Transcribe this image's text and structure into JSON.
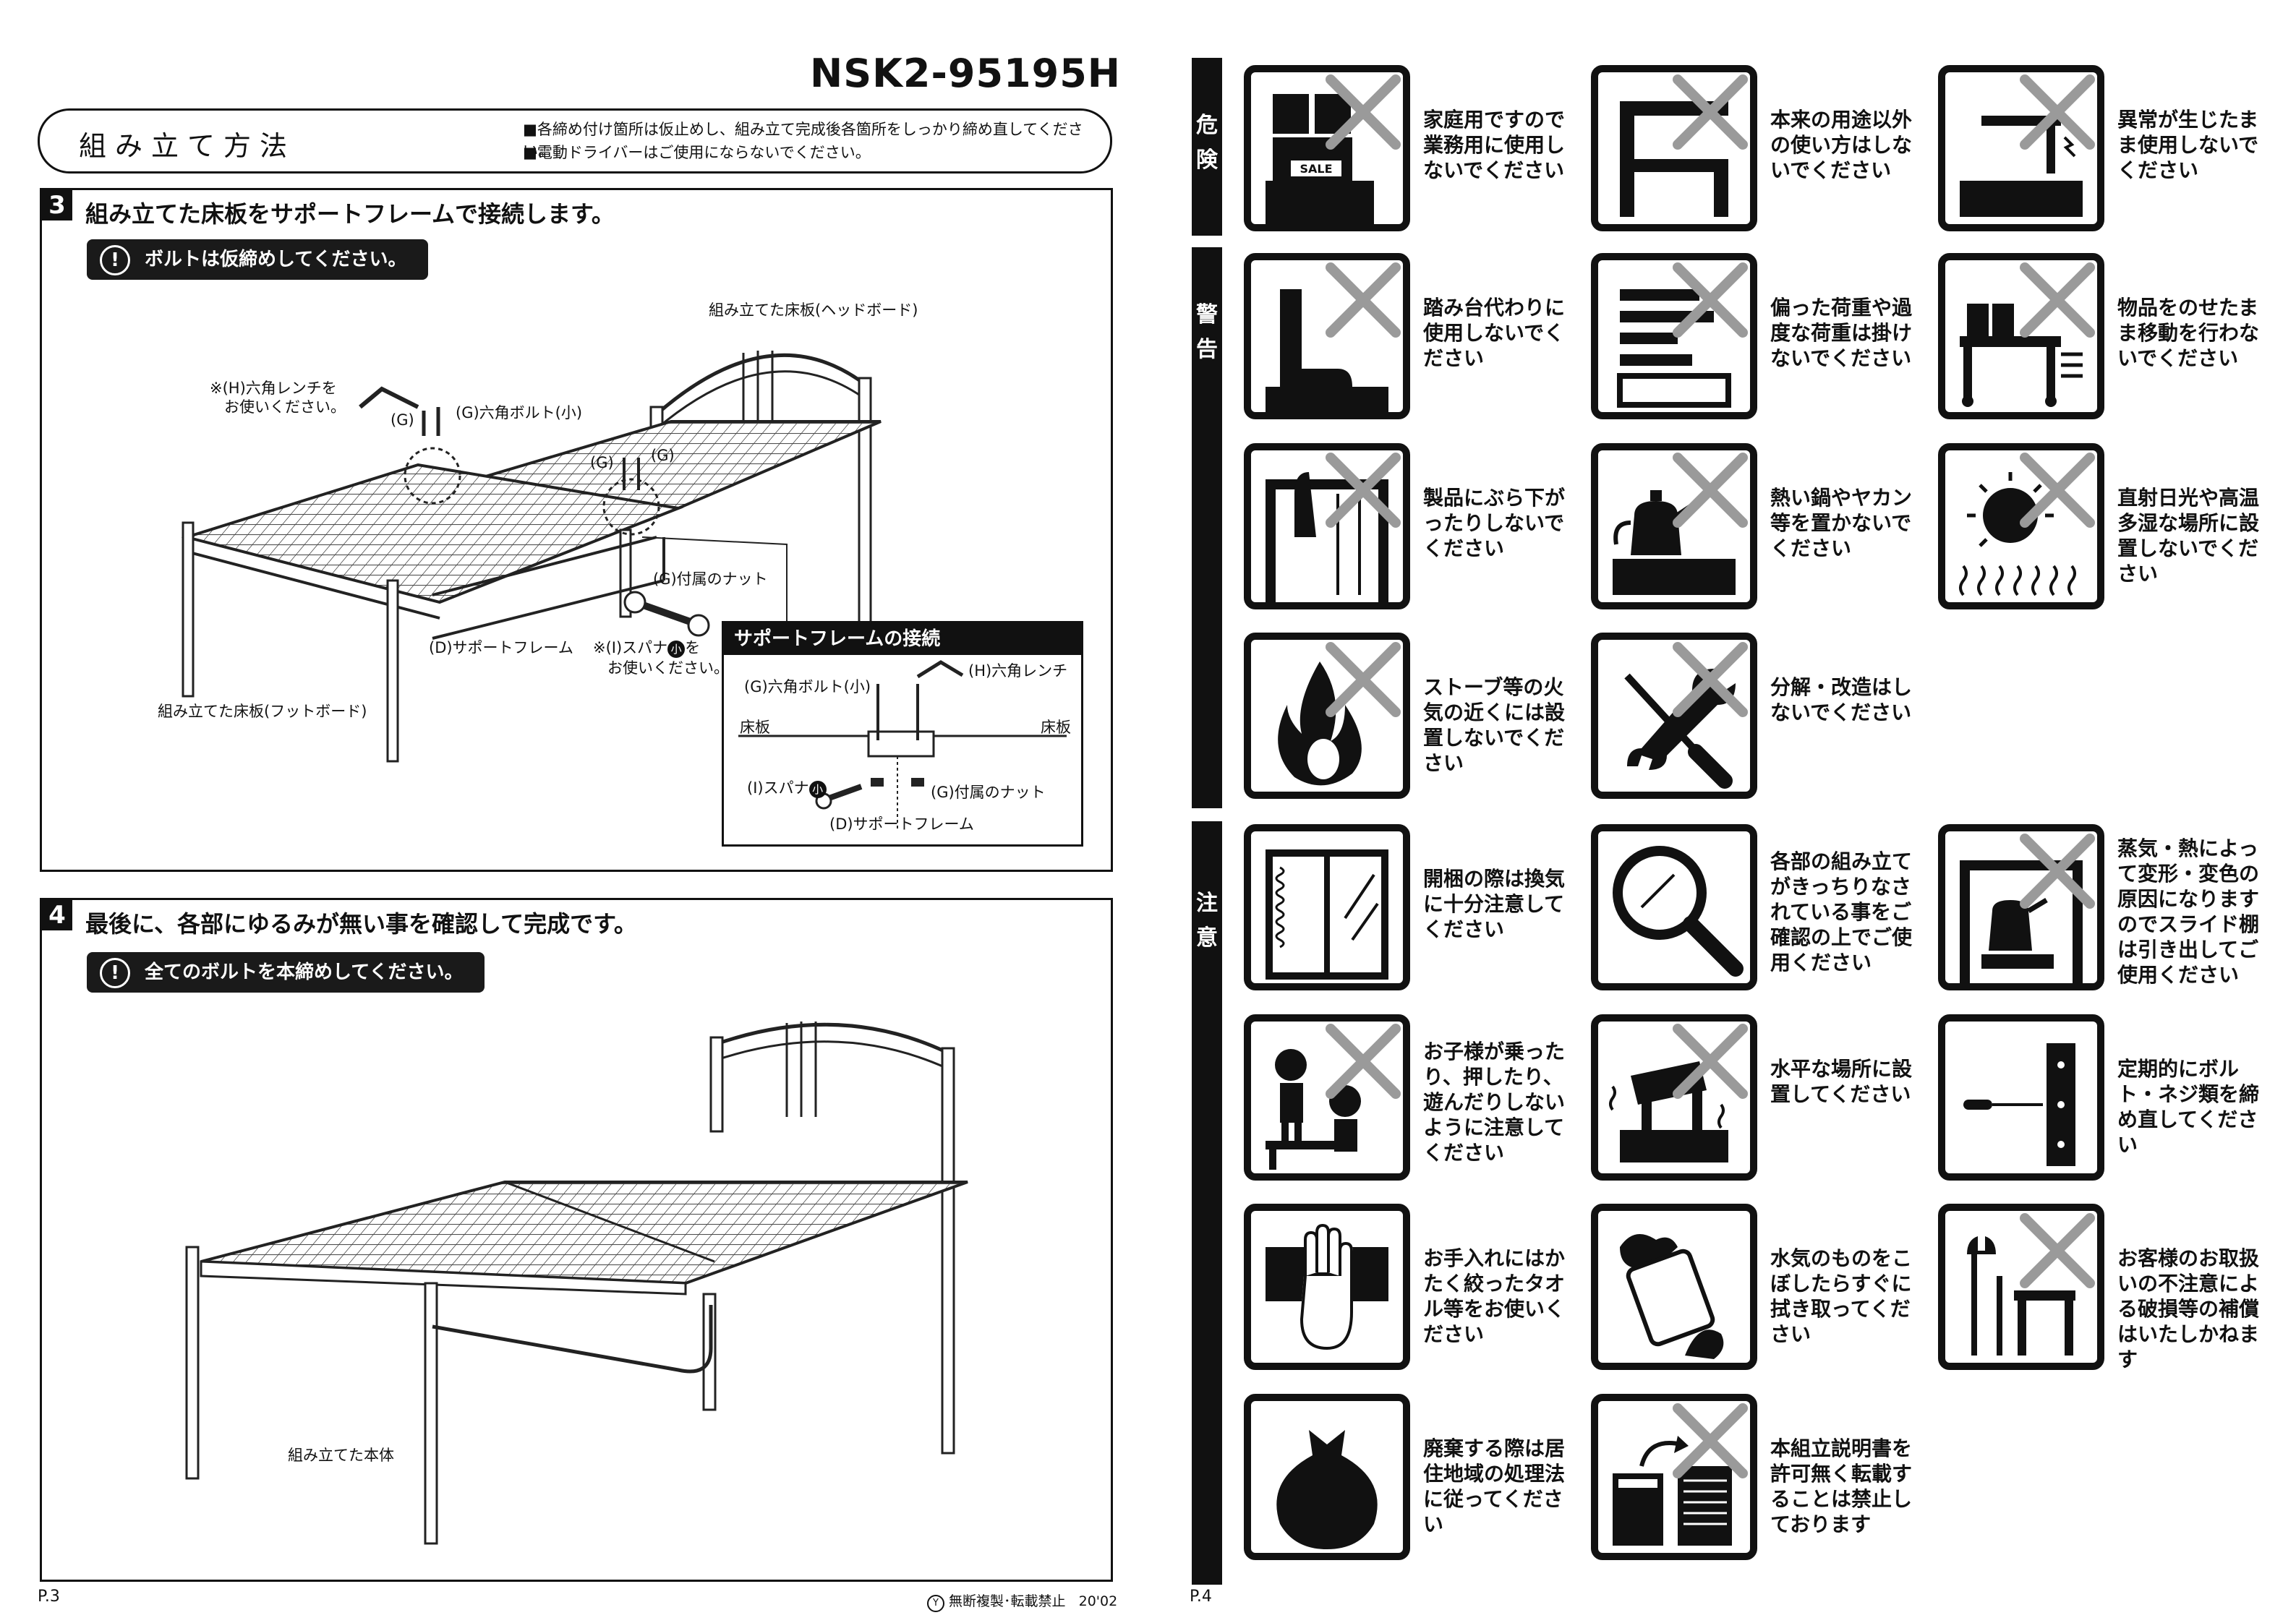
{
  "header": {
    "model": "NSK2-95195H",
    "title": "組み立て方法",
    "note1": "■各締め付け箇所は仮止めし、組み立て完成後各箇所をしっかり締め直してください。",
    "note2": "■電動ドライバーはご使用にならないでください。"
  },
  "step3": {
    "number": "3",
    "title": "組み立てた床板をサポートフレームで接続します。",
    "warning": "ボルトは仮締めしてください。",
    "labels": {
      "headboard": "組み立てた床板(ヘッドボード)",
      "wrench_note1": "※(H)六角レンチを",
      "wrench_note2": "お使いください。",
      "g": "(G)",
      "bolt_small": "(G)六角ボルト(小)",
      "g_a": "(G)",
      "g_b": "(G)",
      "nut": "(G)付属のナット",
      "support_frame": "(D)サポートフレーム",
      "spanner_note1": "※(I)スパナ",
      "spanner_note1b": "を",
      "spanner_note2": "お使いください。",
      "small_mark": "小",
      "footboard": "組み立てた床板(フットボード)"
    },
    "inset": {
      "title": "サポートフレームの接続",
      "bolt": "(G)六角ボルト(小)",
      "wrench": "(H)六角レンチ",
      "floor_left": "床板",
      "floor_right": "床板",
      "spanner": "(I)スパナ",
      "small_mark": "小",
      "nut": "(G)付属のナット",
      "frame": "(D)サポートフレーム"
    }
  },
  "step4": {
    "number": "4",
    "title": "最後に、各部にゆるみが無い事を確認して完成です。",
    "warning": "全てのボルトを本締めしてください。",
    "body_label": "組み立てた本体"
  },
  "footer": {
    "page_left": "P.3",
    "copyright_mark": "Y",
    "copyright": "無断複製･転載禁止",
    "date": "20'02",
    "page_right": "P.4"
  },
  "categories": {
    "danger": "危険",
    "warning": "警告",
    "caution": "注意"
  },
  "icons": [
    {
      "id": "home-use",
      "caption": "家庭用ですので業務用に使用しないでください",
      "sale": "SALE",
      "prohibited": true
    },
    {
      "id": "other-use",
      "caption": "本来の用途以外の使い方はしないでください",
      "prohibited": true
    },
    {
      "id": "abnormal",
      "caption": "異常が生じたまま使用しないでください",
      "prohibited": true
    },
    {
      "id": "step-stool",
      "caption": "踏み台代わりに使用しないでください",
      "prohibited": true
    },
    {
      "id": "uneven-load",
      "caption": "偏った荷重や過度な荷重は掛けないでください",
      "prohibited": true
    },
    {
      "id": "move-loaded",
      "caption": "物品をのせたまま移動を行わないでください",
      "prohibited": true
    },
    {
      "id": "hang",
      "caption": "製品にぶら下がったりしないでください",
      "prohibited": true
    },
    {
      "id": "hot-pot",
      "caption": "熱い鍋やヤカン等を置かないでください",
      "prohibited": true
    },
    {
      "id": "sunlight",
      "caption": "直射日光や高温多湿な場所に設置しないでください",
      "prohibited": true
    },
    {
      "id": "stove",
      "caption": "ストーブ等の火気の近くには設置しないでください",
      "prohibited": true
    },
    {
      "id": "modify",
      "caption": "分解・改造はしないでください",
      "prohibited": true
    },
    {
      "id": "ventilate",
      "caption": "開梱の際は換気に十分注意してください",
      "prohibited": false
    },
    {
      "id": "inspect",
      "caption": "各部の組み立てがきっちりなされている事をご確認の上でご使用ください",
      "prohibited": false
    },
    {
      "id": "steam",
      "caption": "蒸気・熱によって変形・変色の原因になりますのでスライド棚は引き出してご使用ください",
      "prohibited": true
    },
    {
      "id": "children",
      "caption": "お子様が乗ったり、押したり、遊んだりしないように注意してください",
      "prohibited": true
    },
    {
      "id": "level",
      "caption": "水平な場所に設置してください",
      "prohibited": true
    },
    {
      "id": "retighten",
      "caption": "定期的にボルト・ネジ類を締め直してください",
      "prohibited": false
    },
    {
      "id": "cloth",
      "caption": "お手入れにはかたく絞ったタオル等をお使いください",
      "prohibited": false
    },
    {
      "id": "wipe",
      "caption": "水気のものをこぼしたらすぐに拭き取ってください",
      "prohibited": false
    },
    {
      "id": "damage",
      "caption": "お客様のお取扱いの不注意による破損等の補償はいたしかねます",
      "prohibited": true
    },
    {
      "id": "disposal",
      "caption": "廃棄する際は居住地域の処理法に従ってください",
      "prohibited": false
    },
    {
      "id": "copy",
      "caption": "本組立説明書を許可無く転載することは禁止しております",
      "prohibited": true
    }
  ]
}
